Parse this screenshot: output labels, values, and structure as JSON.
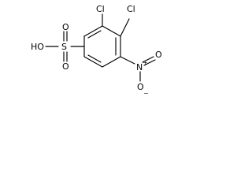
{
  "structure": {
    "substituents": {
      "chlorine_1": "Cl",
      "chlorine_2": "Cl",
      "sulfur": "S",
      "hydroxyl": "HO",
      "sulfonyl_oxygen_top": "O",
      "sulfonyl_oxygen_bottom": "O",
      "nitrogen": "N",
      "nitrogen_charge": "+",
      "nitro_oxygen_double": "O",
      "nitro_oxygen_single": "O",
      "nitro_oxygen_charge": "−"
    },
    "colors": {
      "bond": "#000000",
      "text": "#000000",
      "background": "#ffffff"
    }
  }
}
